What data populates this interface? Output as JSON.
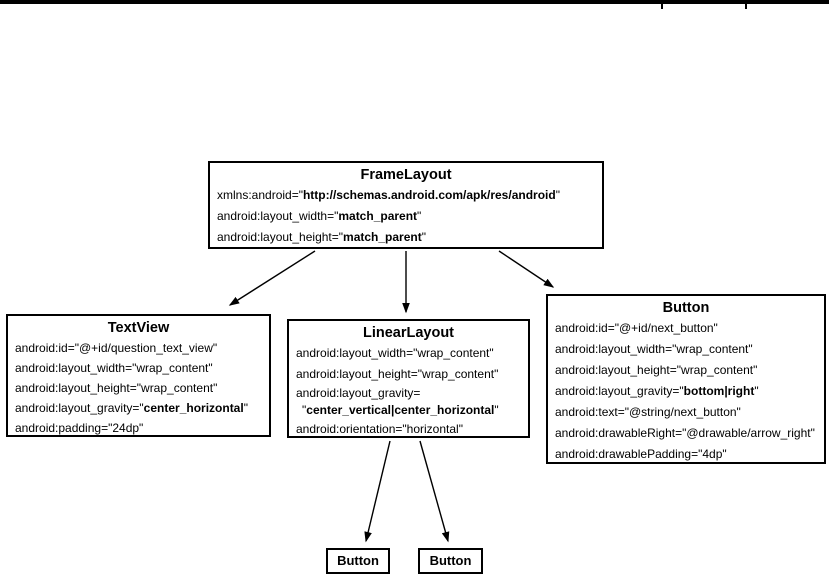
{
  "figure": {
    "kind": "android-layout-hierarchy-diagram"
  },
  "colors": {
    "line": "#000000",
    "background": "#ffffff",
    "text": "#000000"
  },
  "nodes": {
    "frame_layout": {
      "title": "FrameLayout",
      "lines": [
        {
          "pre": "xmlns:android=\"",
          "val": "http://schemas.android.com/apk/res/android",
          "post": "\""
        },
        {
          "pre": "android:layout_width=\"",
          "val": "match_parent",
          "post": "\""
        },
        {
          "pre": "android:layout_height=\"",
          "val": "match_parent",
          "post": "\""
        }
      ]
    },
    "text_view": {
      "title": "TextView",
      "lines": [
        {
          "pre": "android:id=\"@+id/question_text_view\"",
          "val": "",
          "post": ""
        },
        {
          "pre": "android:layout_width=\"wrap_content\"",
          "val": "",
          "post": ""
        },
        {
          "pre": "android:layout_height=\"wrap_content\"",
          "val": "",
          "post": ""
        },
        {
          "pre": "android:layout_gravity=\"",
          "val": "center_horizontal",
          "post": "\""
        },
        {
          "pre": "android:padding=\"24dp\"",
          "val": "",
          "post": ""
        }
      ]
    },
    "linear_layout": {
      "title": "LinearLayout",
      "lines": [
        {
          "pre": "android:layout_width=\"wrap_content\"",
          "val": "",
          "post": ""
        },
        {
          "pre": "android:layout_height=\"wrap_content\"",
          "val": "",
          "post": ""
        },
        {
          "pre": "android:layout_gravity=",
          "val": "",
          "post": "",
          "tight": true
        },
        {
          "pre": "\"",
          "val": "center_vertical|center_horizontal",
          "post": "\"",
          "tight": true,
          "indent": true
        },
        {
          "pre": "android:orientation=\"horizontal\"",
          "val": "",
          "post": ""
        }
      ]
    },
    "button": {
      "title": "Button",
      "lines": [
        {
          "pre": "android:id=\"@+id/next_button\"",
          "val": "",
          "post": ""
        },
        {
          "pre": "android:layout_width=\"wrap_content\"",
          "val": "",
          "post": ""
        },
        {
          "pre": "android:layout_height=\"wrap_content\"",
          "val": "",
          "post": ""
        },
        {
          "pre": "android:layout_gravity=\"",
          "val": "bottom|right",
          "post": "\""
        },
        {
          "pre": "android:text=\"@string/next_button\"",
          "val": "",
          "post": ""
        },
        {
          "pre": "android:drawableRight=\"@drawable/arrow_right\"",
          "val": "",
          "post": ""
        },
        {
          "pre": "android:drawablePadding=\"4dp\"",
          "val": "",
          "post": ""
        }
      ]
    },
    "button_child_1": {
      "title": "Button"
    },
    "button_child_2": {
      "title": "Button"
    }
  }
}
